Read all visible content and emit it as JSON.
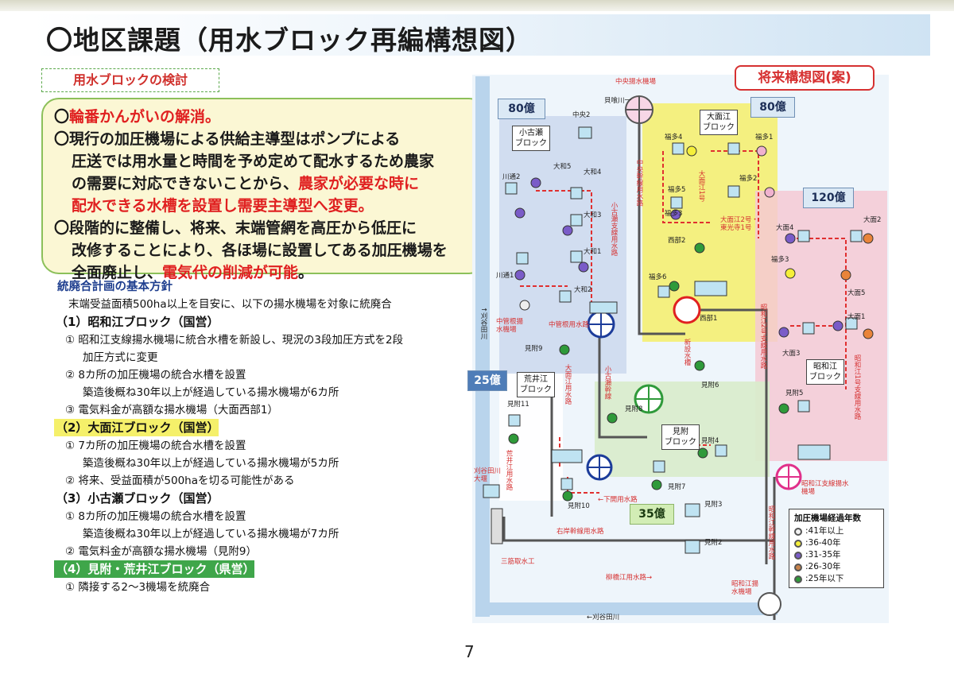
{
  "page": {
    "title": "〇地区課題（用水ブロック再編構想図）",
    "section_label": "用水ブロックの検討",
    "page_number": "7"
  },
  "summary": {
    "b1_red": "輪番かんがいの解消。",
    "b2_a": "現行の加圧機場による供給主導型はポンプによる",
    "b2_b": "圧送では用水量と時間を予め定めて配水するため農家",
    "b2_c": "の需要に対応できないことから、",
    "b2_red1": "農家が必要な時に",
    "b2_red2": "配水できる水槽を設置し需要主導型へ変更。",
    "b3_a": "段階的に整備し、将来、末端管網を高圧から低圧に",
    "b3_b": "改修することにより、各ほ場に設置してある加圧機場を",
    "b3_c": "全面廃止し、",
    "b3_red": "電気代の削減が可能",
    "b3_end": "。",
    "bullet": "〇"
  },
  "policy": {
    "heading": "統廃合計画の基本方針",
    "intro": "末端受益面積500ha以上を目安に、以下の揚水機場を対象に統廃合",
    "blocks": [
      {
        "title": "（1）昭和江ブロック（国営）",
        "lines": [
          "① 昭和江支線揚水機場に統合水槽を新設し、現況の3段加圧方式を2段",
          "加圧方式に変更",
          "② 8カ所の加圧機場の統合水槽を設置",
          "築造後概ね30年以上が経過している揚水機場が6カ所",
          "③ 電気料金が高額な揚水機場（大面西部1）"
        ]
      },
      {
        "title": "（2）大面江ブロック（国営）",
        "lines": [
          "① 7カ所の加圧機場の統合水槽を設置",
          "築造後概ね30年以上が経過している揚水機場が5カ所",
          "② 将来、受益面積が500haを切る可能性がある"
        ]
      },
      {
        "title": "（3）小古瀬ブロック（国営）",
        "lines": [
          "① 8カ所の加圧機場の統合水槽を設置",
          "築造後概ね30年以上が経過している揚水機場が7カ所",
          "② 電気料金が高額な揚水機場（見附9）"
        ]
      },
      {
        "title": "（4）見附・荒井江ブロック（県営）",
        "lines": [
          "① 隣接する2～3機場を統廃合"
        ]
      }
    ]
  },
  "diagram": {
    "future_label": "将来構想図(案)",
    "costs": {
      "kogose": "80億",
      "omoe": "80億",
      "showae": "120億",
      "arai": "25億",
      "mitsuke": "35億"
    },
    "blocks": {
      "kogose": "小古瀬\nブロック",
      "omoe": "大面江\nブロック",
      "showae": "昭和江\nブロック",
      "arai": "荒井江\nブロック",
      "mitsuke": "見附\nブロック"
    },
    "labels": {
      "chuo_pump": "中央揚水機場",
      "kaisou": "貝喰川一",
      "chuo2": "中央2",
      "kariyata_n": "↑刈谷田川",
      "kariyata_s": "←刈谷田川",
      "nakabanne": "中管根揚水機場",
      "showae_pump": "昭和江支線揚水機場",
      "showae_main_pump": "昭和江揚水機場",
      "kariyata_weir": "刈谷田川大堰",
      "sanbukutori": "三筋取水工",
      "ugan": "右岸幹線用水路",
      "yanagi": "柳橋江用水路→",
      "shimokai": "←下開用水路",
      "nakakanri": "中管根用水路",
      "chuo_main": "中央幹線用水路",
      "kogose_sub": "小古瀬支線用水路",
      "omoe_1": "大面江1号",
      "showae2": "昭和江2号支線用水路",
      "showae1": "昭和江1号支線用水路",
      "showae_main": "昭和江幹線用水路",
      "arai_canal": "荒井江用水路",
      "kogose_sub2": "小古瀬幹線",
      "omoe_canal": "大面江用水路",
      "new_tank": "新設水槽",
      "omoe_ko": "大面江2号・東光寺1号"
    },
    "stations": [
      "大和5",
      "大和4",
      "川通2",
      "大和3",
      "大和1",
      "川通1",
      "大和2",
      "福多4",
      "福多1",
      "福多5",
      "福多2",
      "福多3",
      "西部2",
      "福多6",
      "西部1",
      "大面4",
      "大面2",
      "福多3",
      "大面5",
      "大面1",
      "大面3",
      "見附9",
      "見附6",
      "見附8",
      "見附11",
      "見附5",
      "見附4",
      "見附7",
      "見附10",
      "見附3",
      "見附2"
    ]
  },
  "legend": {
    "title": "加圧機場経過年数",
    "items": [
      {
        "label": ":41年以上",
        "color": "#f2f2f2"
      },
      {
        "label": ":36-40年",
        "color": "#f5ef3a"
      },
      {
        "label": ":31-35年",
        "color": "#7a5cc8"
      },
      {
        "label": ":26-30年",
        "color": "#c8824a"
      },
      {
        "label": ":25年以下",
        "color": "#2f9a3a"
      }
    ]
  }
}
